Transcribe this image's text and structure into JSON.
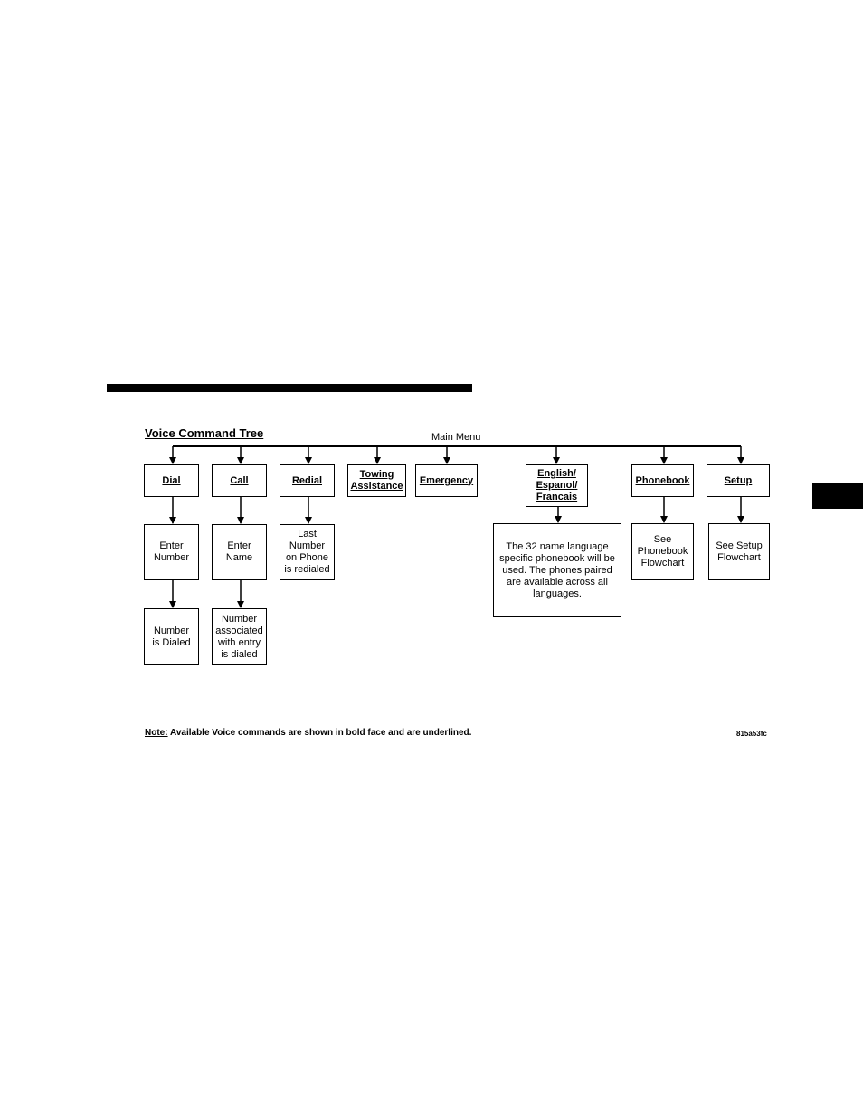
{
  "diagram": {
    "title": "Voice Command Tree",
    "root_label": "Main Menu",
    "commands": [
      {
        "id": "dial",
        "label": "Dial"
      },
      {
        "id": "call",
        "label": "Call"
      },
      {
        "id": "redial",
        "label": "Redial"
      },
      {
        "id": "towing",
        "label": "Towing\nAssistance"
      },
      {
        "id": "emergency",
        "label": "Emergency"
      },
      {
        "id": "language",
        "label": "English/\nEspanol/\nFrancais"
      },
      {
        "id": "phonebook",
        "label": "Phonebook"
      },
      {
        "id": "setup",
        "label": "Setup"
      }
    ],
    "results": [
      {
        "id": "enter-number",
        "label": "Enter\nNumber"
      },
      {
        "id": "number-dialed",
        "label": "Number\nis Dialed"
      },
      {
        "id": "enter-name",
        "label": "Enter\nName"
      },
      {
        "id": "entry-dialed",
        "label": "Number\nassociated\nwith entry\nis dialed"
      },
      {
        "id": "last-number",
        "label": "Last\nNumber\non Phone\nis redialed"
      },
      {
        "id": "language-note",
        "label": "The 32 name language\nspecific phonebook will be\nused. The phones paired\nare available across all\nlanguages."
      },
      {
        "id": "see-phonebook",
        "label": "See\nPhonebook\nFlowchart"
      },
      {
        "id": "see-setup",
        "label": "See Setup\nFlowchart"
      }
    ],
    "edges": [
      [
        "root",
        "dial"
      ],
      [
        "root",
        "call"
      ],
      [
        "root",
        "redial"
      ],
      [
        "root",
        "towing"
      ],
      [
        "root",
        "emergency"
      ],
      [
        "root",
        "language"
      ],
      [
        "root",
        "phonebook"
      ],
      [
        "root",
        "setup"
      ],
      [
        "dial",
        "enter-number"
      ],
      [
        "enter-number",
        "number-dialed"
      ],
      [
        "call",
        "enter-name"
      ],
      [
        "enter-name",
        "entry-dialed"
      ],
      [
        "redial",
        "last-number"
      ],
      [
        "language",
        "language-note"
      ],
      [
        "phonebook",
        "see-phonebook"
      ],
      [
        "setup",
        "see-setup"
      ]
    ]
  },
  "footer": {
    "note_label": "Note:",
    "note_text": "Available Voice commands are shown in bold face and are underlined.",
    "figure_code": "815a53fc"
  }
}
